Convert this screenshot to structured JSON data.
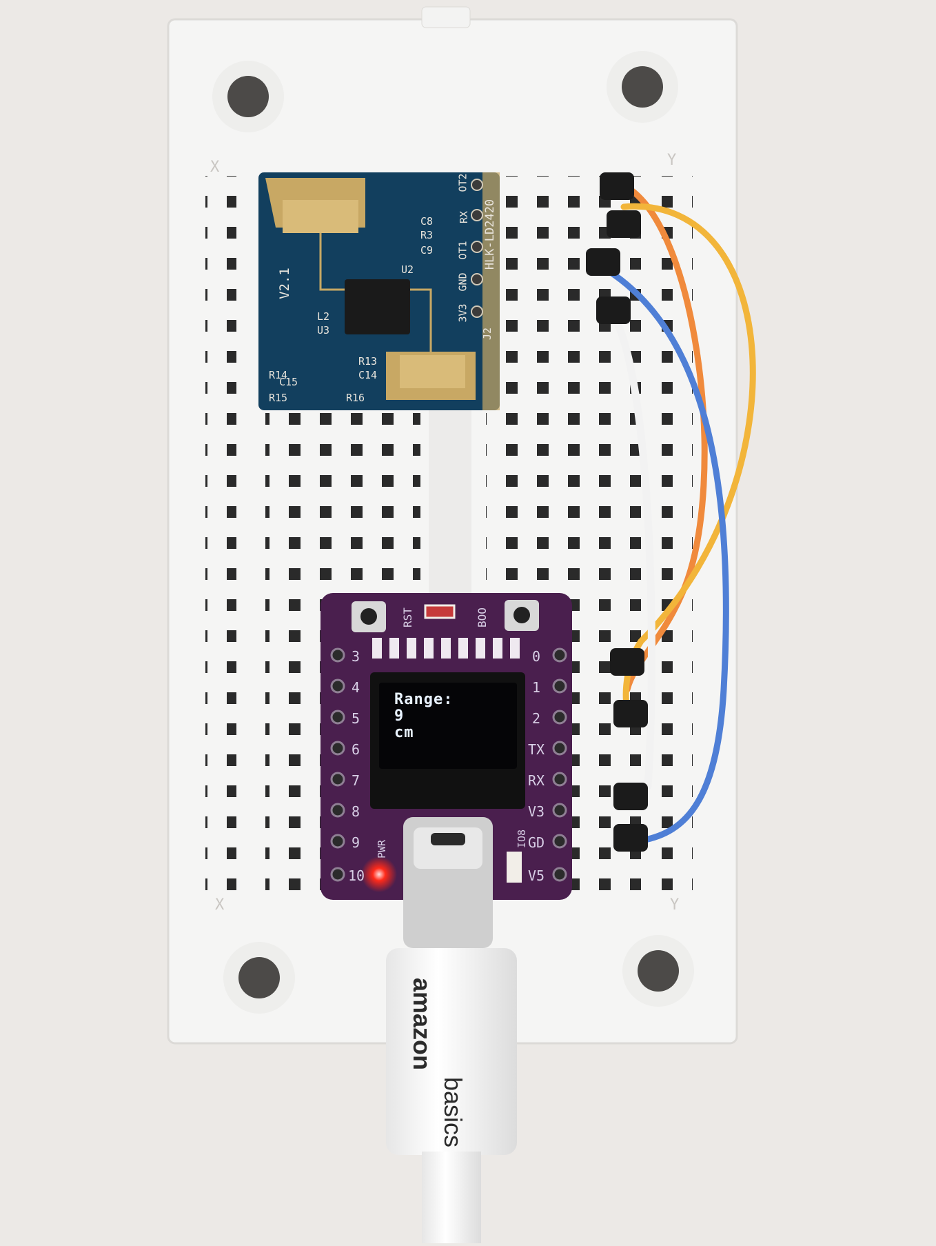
{
  "display": {
    "line1": "Range:",
    "line2": "9",
    "line3": "cm"
  },
  "radar_module": {
    "model": "HLK-LD2420",
    "version": "V2.1",
    "pins": [
      "OT2",
      "RX",
      "OT1",
      "GND",
      "3V3"
    ],
    "components": [
      "C8",
      "R3",
      "C9",
      "U2",
      "L2",
      "U3",
      "R13",
      "C14",
      "R14",
      "C15",
      "R15",
      "R16",
      "J2"
    ]
  },
  "dev_board": {
    "buttons": [
      "RST",
      "BOO"
    ],
    "left_pins": [
      "3",
      "4",
      "5",
      "6",
      "7",
      "8",
      "9",
      "10"
    ],
    "right_pins": [
      "0",
      "1",
      "2",
      "TX",
      "RX",
      "V3",
      "GD",
      "V5"
    ],
    "labels": [
      "PWR",
      "IO8"
    ]
  },
  "breadboard": {
    "row_letters": [
      "X",
      "Y"
    ]
  },
  "cable": {
    "brand": "amazon",
    "sub": "basics"
  },
  "colors": {
    "wire_orange": "#f08a3c",
    "wire_yellow": "#f2b53a",
    "wire_blue": "#4f7fd6",
    "wire_white": "#f2f2f2",
    "pcb_blue": "#0f3f5c",
    "pcb_purple": "#4a1f4e",
    "led_red": "#ff2a1a"
  }
}
